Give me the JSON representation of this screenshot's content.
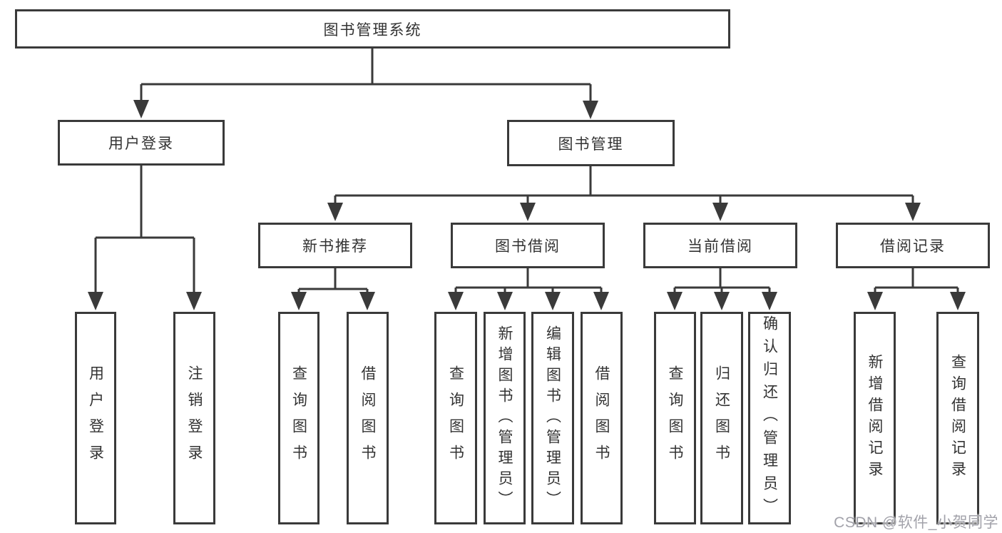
{
  "diagram_title": "图书管理系统",
  "tree": {
    "label": "图书管理系统",
    "children": [
      {
        "label": "用户登录",
        "children": [
          {
            "label": "用户登录"
          },
          {
            "label": "注销登录"
          }
        ]
      },
      {
        "label": "图书管理",
        "children": [
          {
            "label": "新书推荐",
            "children": [
              {
                "label": "查询图书"
              },
              {
                "label": "借阅图书"
              }
            ]
          },
          {
            "label": "图书借阅",
            "children": [
              {
                "label": "查询图书"
              },
              {
                "label": "新增图书（管理员）"
              },
              {
                "label": "编辑图书（管理员）"
              },
              {
                "label": "借阅图书"
              }
            ]
          },
          {
            "label": "当前借阅",
            "children": [
              {
                "label": "查询图书"
              },
              {
                "label": "归还图书"
              },
              {
                "label": "确认归还（管理员）"
              }
            ]
          },
          {
            "label": "借阅记录",
            "children": [
              {
                "label": "新增借阅记录"
              },
              {
                "label": "查询借阅记录"
              }
            ]
          }
        ]
      }
    ]
  },
  "watermark": "CSDN @软件_小贺同学",
  "colors": {
    "line": "#3a3a3a",
    "text": "#333333",
    "watermark": "#a2a2aa",
    "background": "#ffffff"
  }
}
